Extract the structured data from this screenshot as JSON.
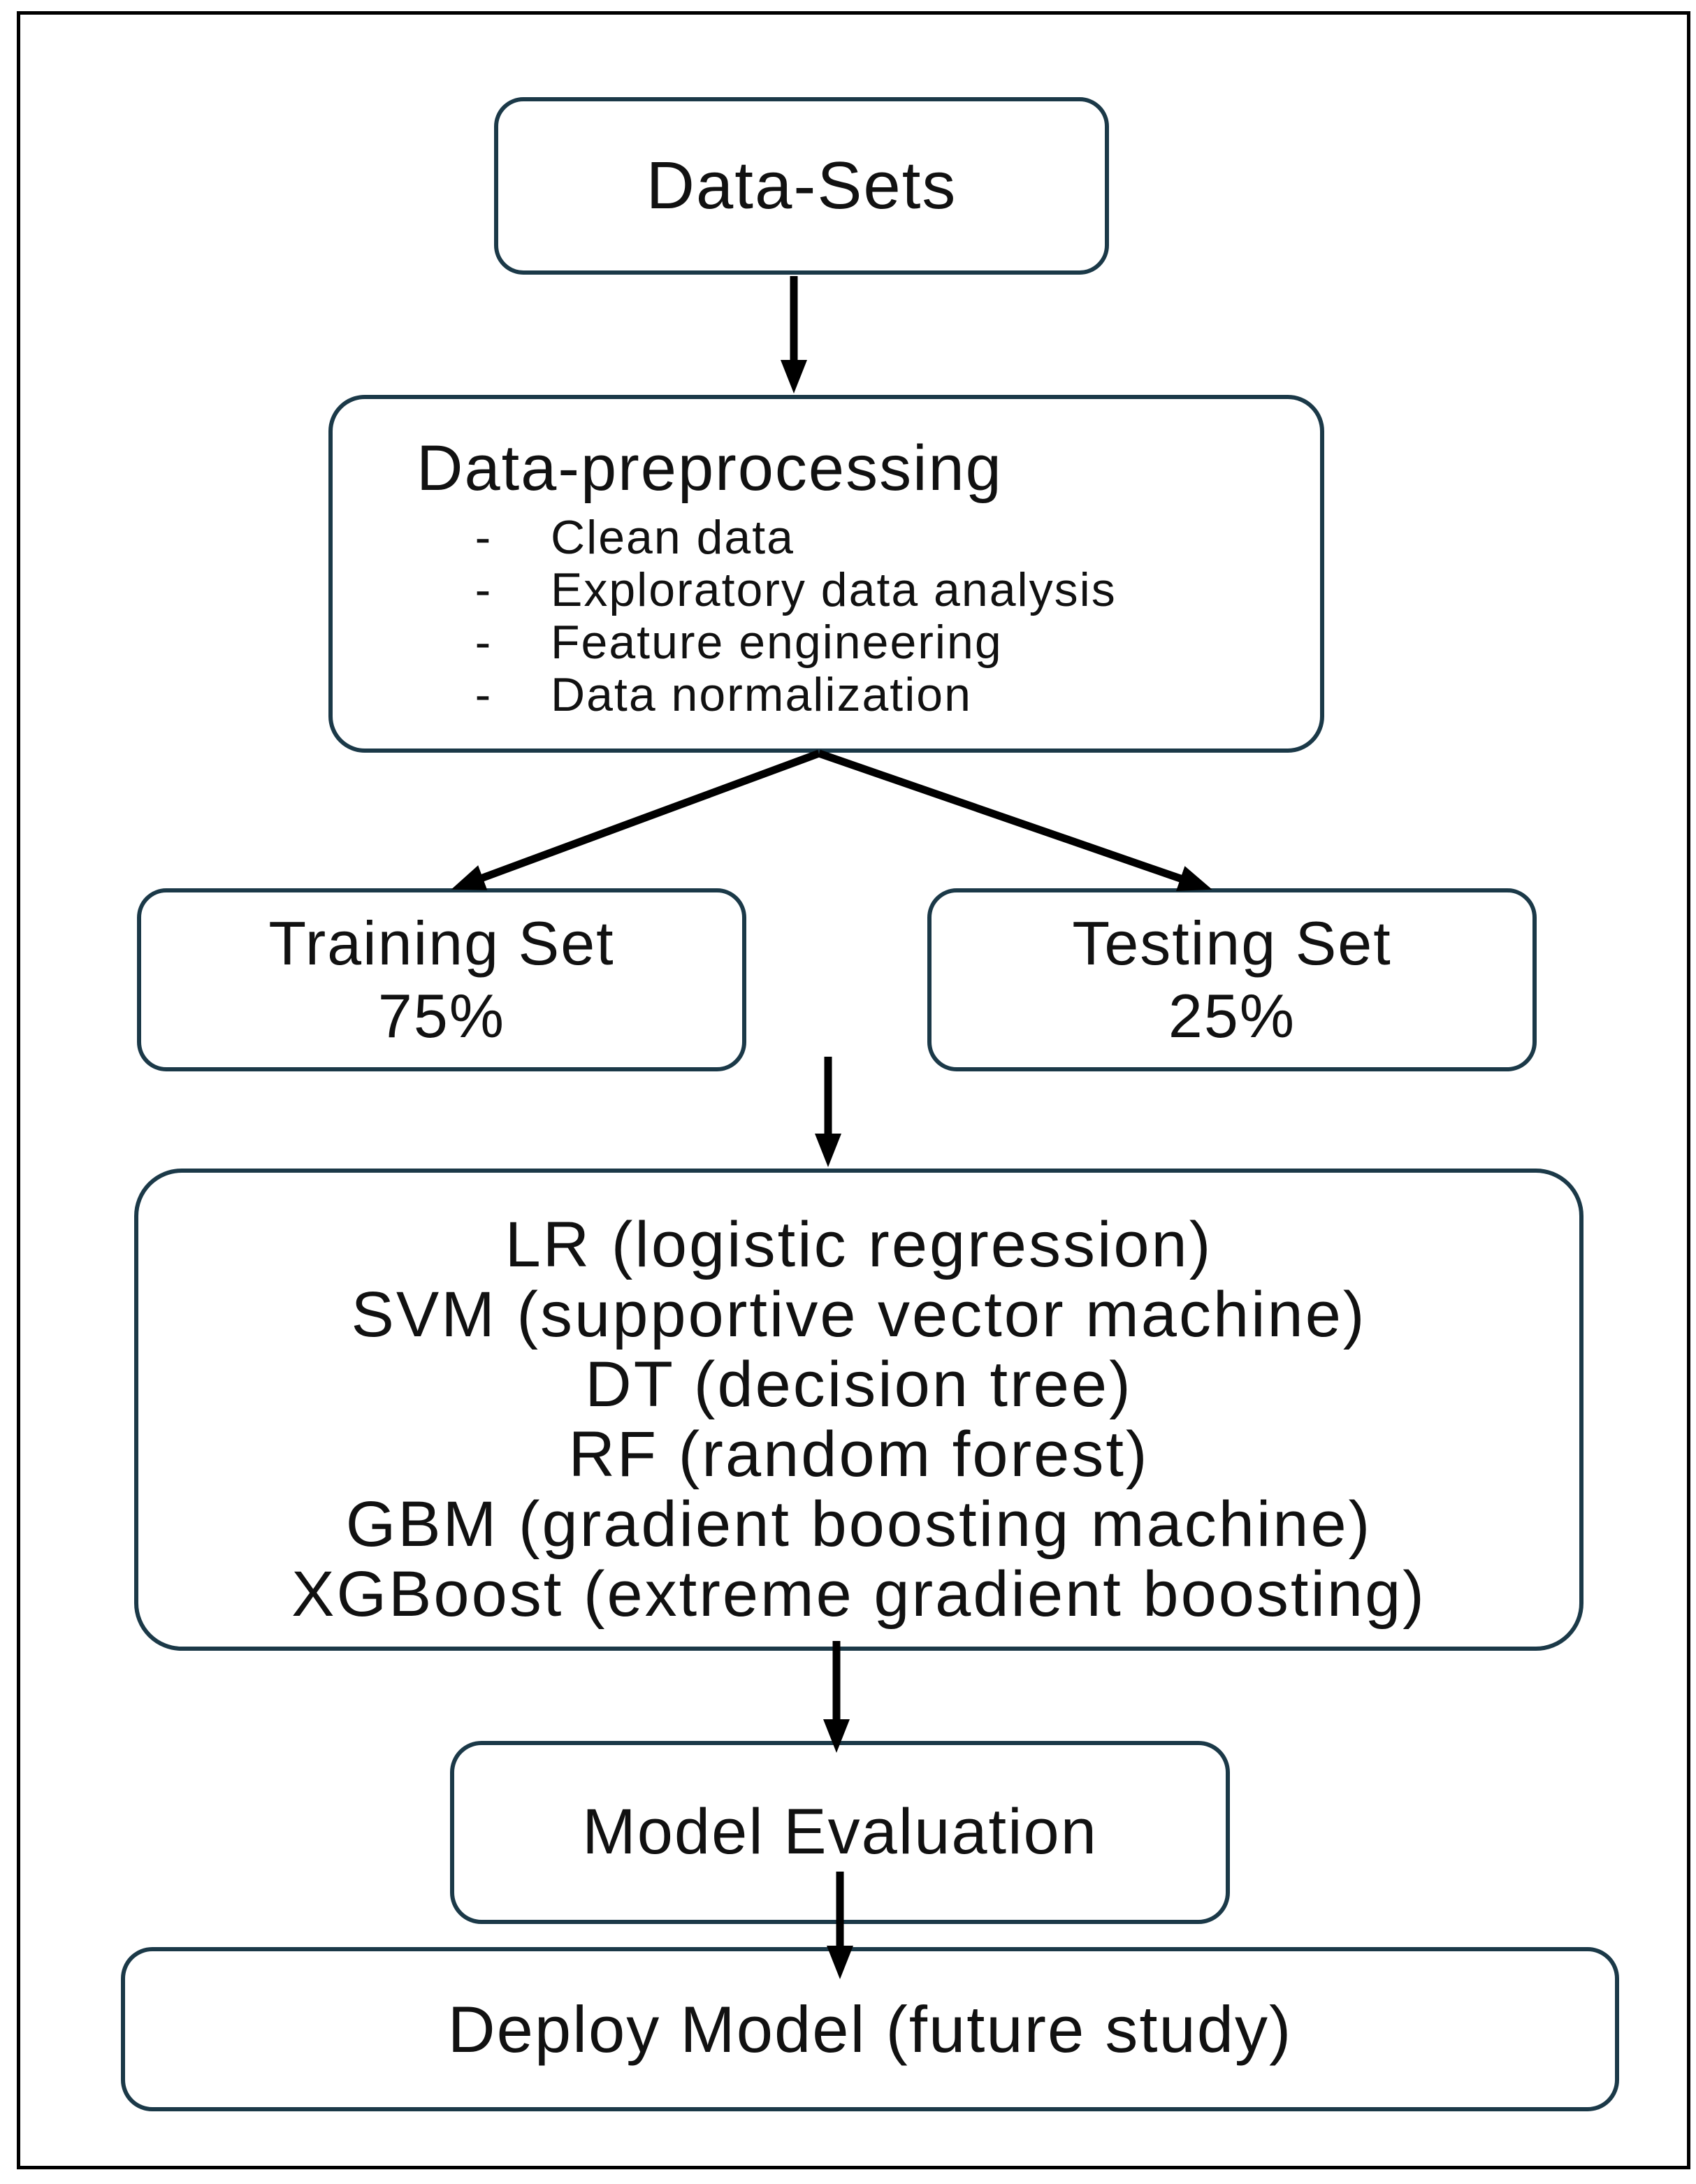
{
  "page": {
    "background": "#ffffff",
    "frame_border_color": "#000000",
    "box_border_color": "#1b3948",
    "arrow_color": "#000000",
    "text_color": "#111111"
  },
  "nodes": {
    "datasets": {
      "label": "Data-Sets"
    },
    "preprocessing": {
      "title": "Data-preprocessing",
      "items": [
        {
          "bullet": "-",
          "text": "Clean data"
        },
        {
          "bullet": "-",
          "text": "Exploratory data analysis"
        },
        {
          "bullet": "-",
          "text": "Feature engineering"
        },
        {
          "bullet": "-",
          "text": "Data normalization"
        }
      ]
    },
    "training": {
      "line1": "Training Set",
      "line2": "75%"
    },
    "testing": {
      "line1": "Testing Set",
      "line2": "25%"
    },
    "models": {
      "lines": [
        "LR (logistic regression)",
        "SVM (supportive vector machine)",
        "DT (decision tree)",
        "RF (random forest)",
        "GBM (gradient boosting machine)",
        "XGBoost (extreme gradient boosting)"
      ]
    },
    "evaluation": {
      "label": "Model Evaluation"
    },
    "deploy": {
      "label": "Deploy Model (future study)"
    }
  }
}
